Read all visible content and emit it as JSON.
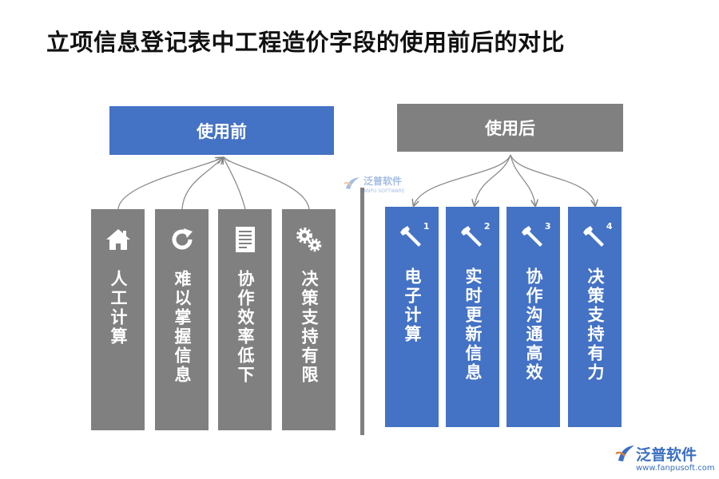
{
  "title": "立项信息登记表中工程造价字段的使用前后的对比",
  "before": {
    "header": "使用前",
    "cards": [
      {
        "text": "人工计算",
        "icon": "home-icon"
      },
      {
        "text": "难以掌握信息",
        "icon": "refresh-icon"
      },
      {
        "text": "协作效率低下",
        "icon": "document-icon"
      },
      {
        "text": "决策支持有限",
        "icon": "gears-icon"
      }
    ]
  },
  "after": {
    "header": "使用后",
    "cards": [
      {
        "text": "电子计算",
        "num": "1",
        "icon": "wrench-icon"
      },
      {
        "text": "实时更新信息",
        "num": "2",
        "icon": "wrench-icon"
      },
      {
        "text": "协作沟通高效",
        "num": "3",
        "icon": "wrench-icon"
      },
      {
        "text": "决策支持有力",
        "num": "4",
        "icon": "wrench-icon"
      }
    ]
  },
  "watermark": {
    "center_brand": "泛普软件",
    "center_sub": "FANPU SOFTWARE",
    "corner_brand": "泛普软件",
    "corner_site": "www.fanpusoft.com"
  },
  "colors": {
    "blue": "#4472c4",
    "gray": "#808080",
    "watermark": "#3a6fc1"
  }
}
